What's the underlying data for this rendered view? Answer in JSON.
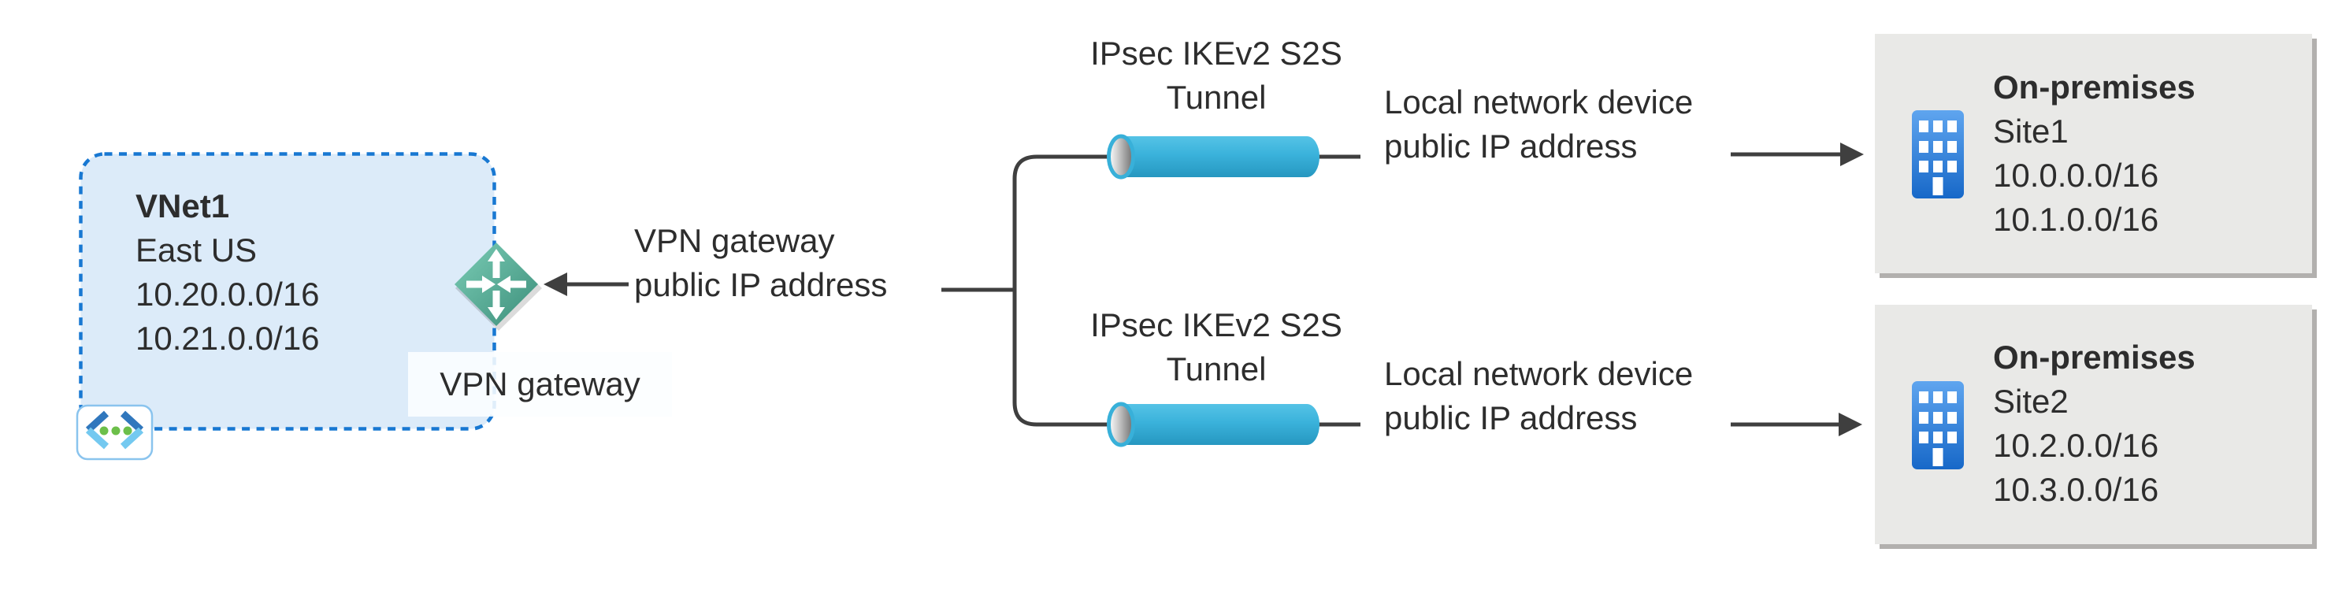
{
  "diagram": {
    "title_hint": "Azure multi-site S2S VPN diagram",
    "vnet": {
      "name": "VNet1",
      "region": "East US",
      "cidrs": [
        "10.20.0.0/16",
        "10.21.0.0/16"
      ],
      "gateway_label": "VPN gateway"
    },
    "gateway_ip_label": {
      "line1": "VPN gateway",
      "line2": "public IP address"
    },
    "tunnels": [
      {
        "line1": "IPsec IKEv2 S2S",
        "line2": "Tunnel"
      },
      {
        "line1": "IPsec IKEv2 S2S",
        "line2": "Tunnel"
      }
    ],
    "device_labels": [
      {
        "line1": "Local network device",
        "line2": "public IP address"
      },
      {
        "line1": "Local network device",
        "line2": "public IP address"
      }
    ],
    "sites": [
      {
        "title": "On-premises",
        "name": "Site1",
        "cidrs": [
          "10.0.0.0/16",
          "10.1.0.0/16"
        ]
      },
      {
        "title": "On-premises",
        "name": "Site2",
        "cidrs": [
          "10.2.0.0/16",
          "10.3.0.0/16"
        ]
      }
    ],
    "icons": {
      "vnet": "virtual-network-icon",
      "gateway": "vpn-gateway-icon",
      "site": "building-icon",
      "tunnel": "tunnel-cylinder"
    },
    "colors": {
      "vnet_fill": "#dcebf9",
      "vnet_border": "#1878d2",
      "line_gray": "#3f3f3f",
      "tunnel_blue": "#3ab2db",
      "site_bg": "#e9e9e7",
      "site_shadow": "#b2b0ae",
      "building_blue_top": "#5fa5ef",
      "building_blue_bottom": "#1768c8",
      "diamond_teal_light": "#72c6ae",
      "diamond_teal_dark": "#418a76",
      "vnet_icon_green": "#6cbf4a",
      "text": "#2d2d2d"
    }
  }
}
